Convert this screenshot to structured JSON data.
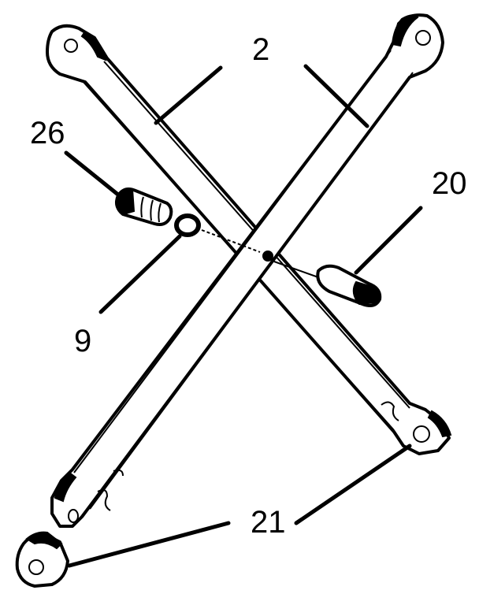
{
  "figure": {
    "labels": {
      "l2": "2",
      "l26": "26",
      "l20": "20",
      "l9": "9",
      "l21": "21"
    }
  }
}
